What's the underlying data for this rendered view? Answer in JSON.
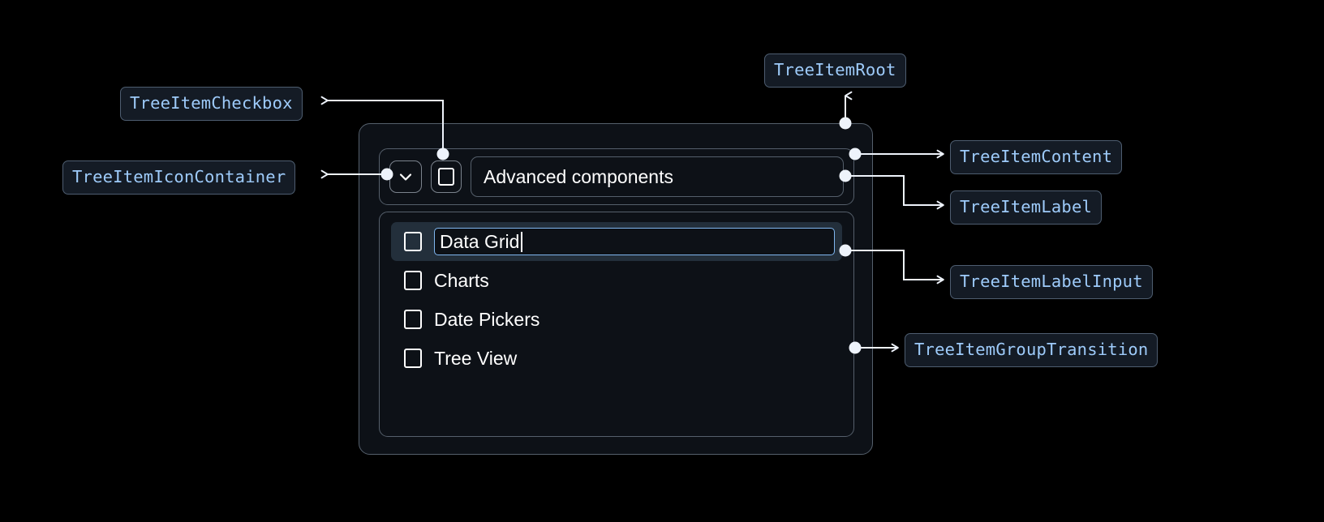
{
  "annotations": [
    {
      "id": "tree-item-checkbox",
      "label": "TreeItemCheckbox"
    },
    {
      "id": "tree-item-icon-container",
      "label": "TreeItemIconContainer"
    },
    {
      "id": "tree-item-root",
      "label": "TreeItemRoot"
    },
    {
      "id": "tree-item-content",
      "label": "TreeItemContent"
    },
    {
      "id": "tree-item-label",
      "label": "TreeItemLabel"
    },
    {
      "id": "tree-item-label-input",
      "label": "TreeItemLabelInput"
    },
    {
      "id": "tree-item-group-transition",
      "label": "TreeItemGroupTransition"
    }
  ],
  "tree": {
    "root": {
      "label": "Advanced components",
      "expand_icon": "chevron-down-icon",
      "checkbox_checked": false
    },
    "children": [
      {
        "label": "Data Grid",
        "editing": true,
        "checkbox_checked": false
      },
      {
        "label": "Charts",
        "editing": false,
        "checkbox_checked": false
      },
      {
        "label": "Date Pickers",
        "editing": false,
        "checkbox_checked": false
      },
      {
        "label": "Tree View",
        "editing": false,
        "checkbox_checked": false
      }
    ],
    "editing_value": "Data Grid"
  },
  "colors": {
    "page_background": "#000000",
    "panel_background": "#0d1117",
    "panel_border": "#555f6b",
    "chip_background": "#141b25",
    "chip_border": "#4e5d70",
    "chip_text": "#9ecbfa",
    "selected_row": "#232f3b",
    "input_focus_border": "#7fb6ef",
    "connector": "#eef3fb",
    "text": "#ffffff"
  }
}
